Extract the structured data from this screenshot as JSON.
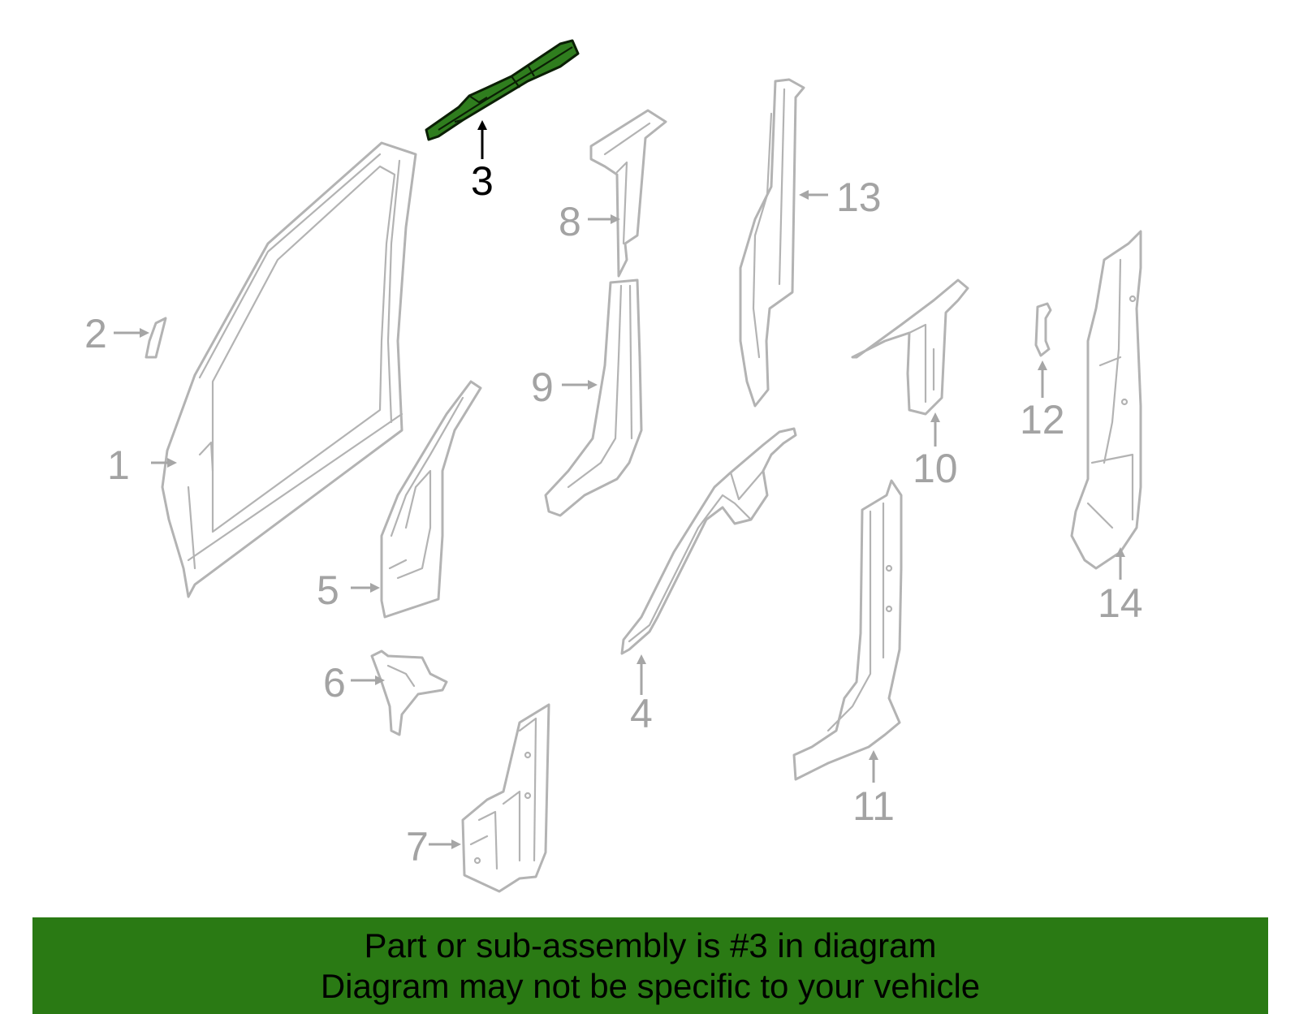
{
  "diagram": {
    "highlighted_part": "3",
    "callouts": [
      "1",
      "2",
      "3",
      "4",
      "5",
      "6",
      "7",
      "8",
      "9",
      "10",
      "11",
      "12",
      "13",
      "14"
    ],
    "colors": {
      "highlight": "#2f7d1e",
      "outline": "#b3b3b3",
      "banner": "#2a7a14"
    }
  },
  "banner": {
    "line1": "Part or sub-assembly is #3 in diagram",
    "line2": "Diagram may not be specific to your vehicle"
  }
}
